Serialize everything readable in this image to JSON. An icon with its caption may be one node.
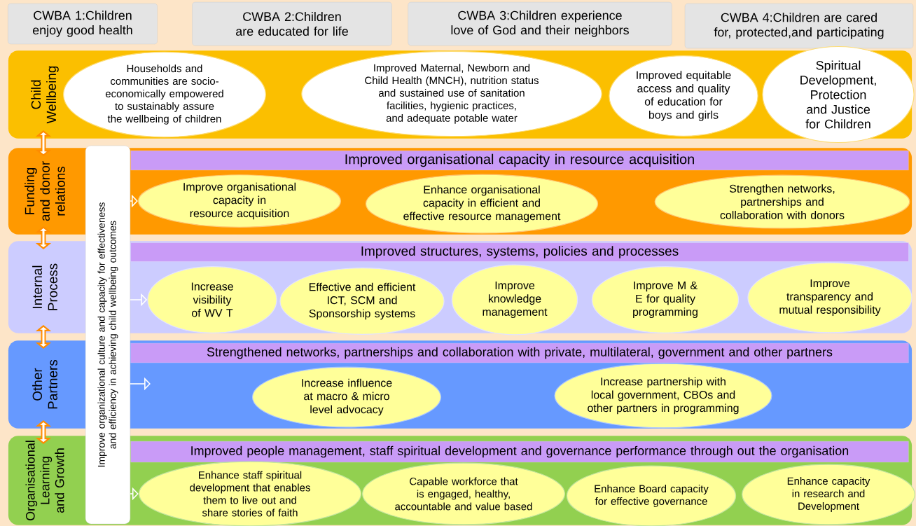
{
  "diagram": {
    "nodes": [
      {
        "text": [
          "CWBA 1:Children enjoy good health"
        ]
      },
      {
        "text": [
          "CWBA 2:Children are educated for life"
        ]
      },
      {
        "text": [
          "CWBA 3:Children experience love of God and their neighbors"
        ]
      },
      {
        "text": [
          "CWBA 4:Children are cared for, protected,and participating"
        ]
      },
      {
        "text": [
          "Child Wellbeing"
        ]
      },
      {
        "text": [
          "Households and communities are socio-economically empowered to sustainably assure the wellbeing of children"
        ],
        "in": 4
      },
      {
        "text": [
          "Improved Maternal, Newborn and Child Health (MNCH), nutrition status and sustained use of sanitation facilities, hygienic practices, and adequate potable water"
        ],
        "in": 4
      },
      {
        "text": [
          "Improved equitable access and quality of education for boys and girls"
        ],
        "in": 4
      },
      {
        "text": [
          "Spiritual Development, Protection and Justice for Children"
        ],
        "in": 4
      },
      {
        "text": [
          "Funding and donor relations"
        ]
      },
      {
        "text": [
          "Improved organisational capacity in resource acquisition"
        ],
        "in": 9
      },
      {
        "text": [
          "Improve organisational capacity in resource acquisition"
        ],
        "in": 9
      },
      {
        "text": [
          "Enhance organisational capacity in efficient and effective resource management"
        ],
        "in": 9
      },
      {
        "text": [
          "Strengthen networks, partnerships and collaboration with donors"
        ],
        "in": 9
      },
      {
        "text": [
          "Internal Process"
        ]
      },
      {
        "text": [
          "Improved structures, systems, policies and processes"
        ],
        "in": 14
      },
      {
        "text": [
          "Increase visibility of WV T"
        ],
        "in": 14
      },
      {
        "text": [
          "Effective and efficient ICT, SCM and Sponsorship systems"
        ],
        "in": 14
      },
      {
        "text": [
          "Improve knowledge management"
        ],
        "in": 14
      },
      {
        "text": [
          "Improve M & E for quality programming"
        ],
        "in": 14
      },
      {
        "text": [
          "Improve transparency and mutual responsibility"
        ],
        "in": 14
      },
      {
        "text": [
          "Other Partners"
        ]
      },
      {
        "text": [
          "Strengthened networks, partnerships and collaboration with private, multilateral, government and other partners"
        ],
        "in": 21
      },
      {
        "text": [
          "Increase influence at macro & micro level advocacy"
        ],
        "in": 21
      },
      {
        "text": [
          "Increase partnership with local government, CBOs and other partners in programming"
        ],
        "in": 21
      },
      {
        "text": [
          "Organisational Learning and Growth"
        ]
      },
      {
        "text": [
          "Improved people management, staff spiritual development and governance performance through out the organisation"
        ],
        "in": 25
      },
      {
        "text": [
          "Enhance staff spiritual development that enables them to live out and share stories of faith"
        ],
        "in": 25
      },
      {
        "text": [
          "Capable workforce that is engaged, healthy, accountable and value based"
        ],
        "in": 25
      },
      {
        "text": [
          "Enhance Board capacity for effective governance"
        ],
        "in": 25
      },
      {
        "text": [
          "Enhance capacity in research and Development"
        ],
        "in": 25
      },
      {
        "text": [
          "Improve organizational culture and capacity for effectiveness and efficiency in achieving child wellbeing outcomes"
        ]
      }
    ],
    "edges": [
      {
        "from": 4,
        "to": 9,
        "arrow": "both"
      },
      {
        "from": 9,
        "to": 14,
        "arrow": "both"
      },
      {
        "from": 14,
        "to": 21,
        "arrow": "both"
      },
      {
        "from": 21,
        "to": 25,
        "arrow": "both"
      },
      {
        "from": 31,
        "to": 11,
        "arrow": "to"
      },
      {
        "from": 31,
        "to": 16,
        "arrow": "to"
      },
      {
        "from": 31,
        "to": 27,
        "arrow": "to"
      }
    ]
  }
}
